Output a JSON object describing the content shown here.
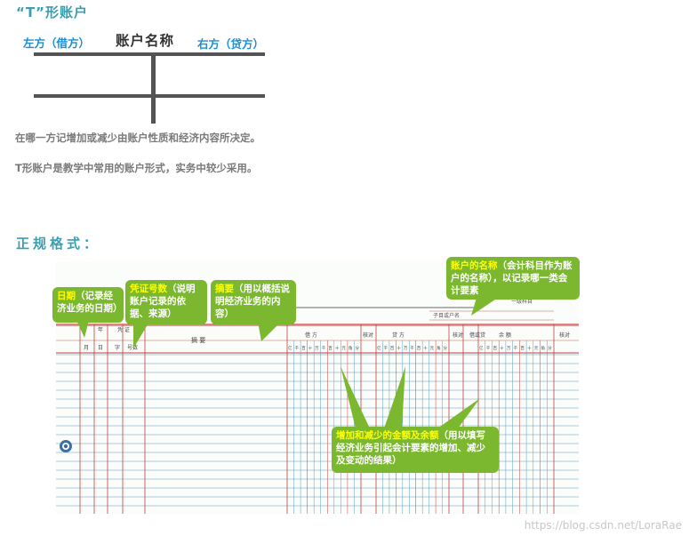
{
  "t_account": {
    "title": "“T”形账户",
    "left_label": "左方（借方）",
    "account_name": "账户名称",
    "right_label": "右方（贷方）"
  },
  "notes": [
    "在哪一方记增加或减少由账户性质和经济内容所决定。",
    "T形账户是教学中常用的账户形式，实务中较少采用。"
  ],
  "section_title": "正规格式：",
  "ledger": {
    "top_right_line1": "一级科目",
    "top_right_line2": "子目或户名",
    "col_year": "年",
    "col_voucher": "凭  证",
    "col_month": "月",
    "col_day": "日",
    "col_type": "字",
    "col_number": "号数",
    "col_summary": "摘          要",
    "col_debit": "借          方",
    "col_check": "核对",
    "col_credit": "贷          方",
    "col_dc": "借或贷",
    "col_balance": "余          额",
    "digits": [
      "亿",
      "千",
      "百",
      "十",
      "万",
      "千",
      "百",
      "十",
      "元",
      "角",
      "分"
    ]
  },
  "callouts": {
    "date": {
      "highlight": "日期",
      "text": "（记录经济业务的日期）"
    },
    "voucher": {
      "highlight": "凭证号数",
      "text": "（说明账户记录的依据、来源）"
    },
    "summary": {
      "highlight": "摘要",
      "text": "（用以概括说明经济业务的内容）"
    },
    "account": {
      "highlight": "账户的名称",
      "text": "（会计科目作为账户的名称），以记录哪一类会计要素"
    },
    "amounts": {
      "highlight": "增加和减少的金额及余额",
      "text": "（用以填写经济业务引起会计要素的增加、减少及变动的结果）"
    }
  },
  "watermark": "https://blog.csdn.net/LoraRae"
}
